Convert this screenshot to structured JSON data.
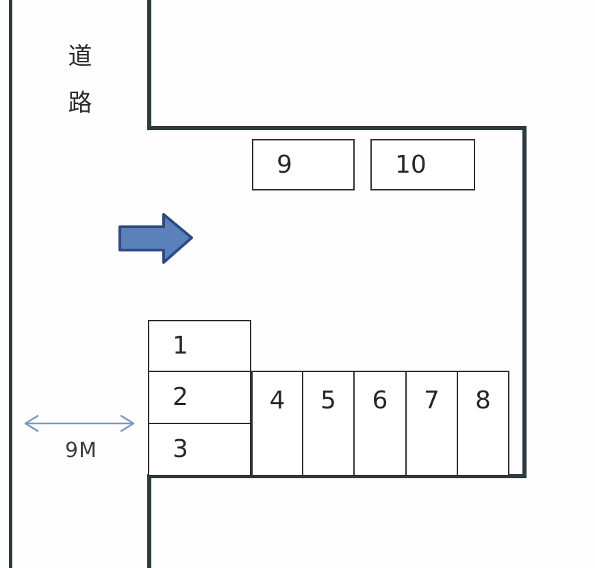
{
  "diagram": {
    "type": "parking-lot-layout",
    "road": {
      "chars": [
        "道",
        "路"
      ]
    },
    "dimension": {
      "label": "9M",
      "arrow": "double-headed-horizontal-arrow"
    },
    "direction_arrow_icon": "right-arrow",
    "spaces": [
      {
        "label": "1"
      },
      {
        "label": "2"
      },
      {
        "label": "3"
      },
      {
        "label": "4"
      },
      {
        "label": "5"
      },
      {
        "label": "6"
      },
      {
        "label": "7"
      },
      {
        "label": "8"
      },
      {
        "label": "9"
      },
      {
        "label": "10"
      }
    ],
    "colors": {
      "boundary_line": "#2e3a3e",
      "box_border": "#2f2f2f",
      "arrow_fill": "#5b81ba",
      "arrow_stroke": "#2c4a84",
      "dimension_arrow": "#7e98c5",
      "text": "#2b2b2b",
      "background": "#fefefe"
    }
  }
}
